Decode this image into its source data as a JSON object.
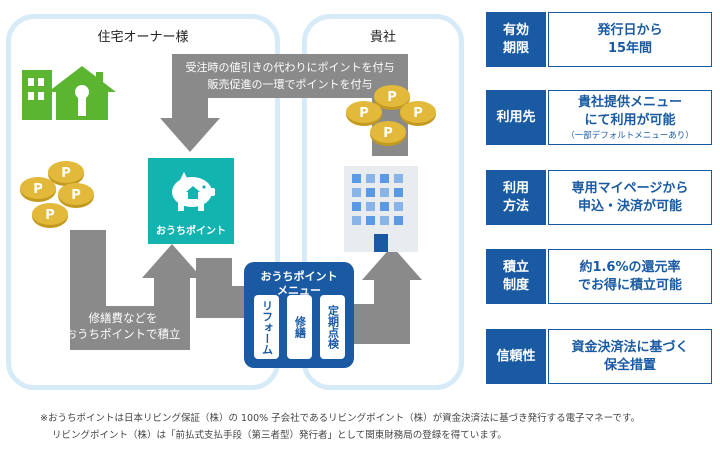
{
  "panels": {
    "homeowner_title": "住宅オーナー様",
    "company_title": "貴社"
  },
  "arrows": {
    "top_line1": "受注時の値引きの代わりにポイントを付与",
    "top_line2": "販売促進の一環でポイントを付与",
    "bottom_line1": "修繕費などを",
    "bottom_line2": "おうちポイントで積立"
  },
  "logo": {
    "label": "おうちポイント"
  },
  "menu": {
    "title_line1": "おうちポイント",
    "title_line2": "メニュー",
    "items": [
      "リフォーム",
      "修繕",
      "定期点検"
    ]
  },
  "coin_letter": "P",
  "features": [
    {
      "label": "有効\n期限",
      "value": "発行日から\n15年間",
      "sub": ""
    },
    {
      "label": "利用先",
      "value": "貴社提供メニュー\nにて利用が可能",
      "sub": "（一部デフォルトメニューあり）"
    },
    {
      "label": "利用\n方法",
      "value": "専用マイページから\n申込・決済が可能",
      "sub": ""
    },
    {
      "label": "積立\n制度",
      "value": "約1.6%の還元率\nでお得に積立可能",
      "sub": ""
    },
    {
      "label": "信頼性",
      "value": "資金決済法に基づく\n保全措置",
      "sub": ""
    }
  ],
  "notes": {
    "line1": "※おうちポイントは日本リビング保証（株）の 100% 子会社であるリビングポイント（株）が資金決済法に基づき発行する電子マネーです。",
    "line2": "リビングポイント（株）は「前払式支払手段（第三者型）発行者」として関東財務局の登録を得ています。"
  },
  "colors": {
    "accent": "#1a5aa3",
    "panel_border": "#d6eaf8",
    "arrow_gray": "#8a8a8a",
    "house_green": "#5cb531",
    "logo_teal": "#13b3b0",
    "coin_gold": "#d8ac2a"
  }
}
